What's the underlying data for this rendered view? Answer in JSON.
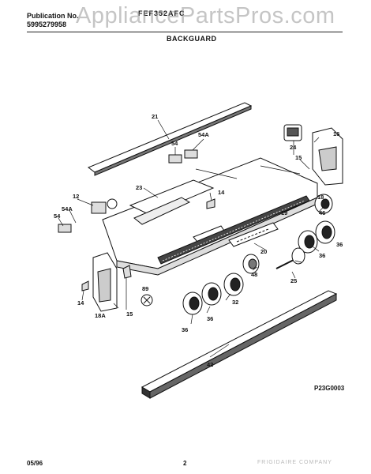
{
  "header": {
    "publication_label": "Publication No.",
    "publication_number": "5995279958",
    "model": "FEF352AFC",
    "section_title": "BACKGUARD",
    "watermark": "AppliancePartsPros.com"
  },
  "callouts": [
    "21",
    "54A",
    "54",
    "24",
    "16",
    "15",
    "23",
    "14",
    "12",
    "54A",
    "54",
    "18",
    "46",
    "19",
    "36",
    "20",
    "36",
    "48",
    "25",
    "89",
    "14",
    "18A",
    "15",
    "32",
    "36",
    "36",
    "42"
  ],
  "diagram_code": "P23G0003",
  "footer": {
    "date": "05/96",
    "page": "2",
    "manufacturer": "FRIGIDAIRE COMPANY"
  },
  "colors": {
    "line": "#111111",
    "watermark": "#969696",
    "background": "#ffffff"
  }
}
